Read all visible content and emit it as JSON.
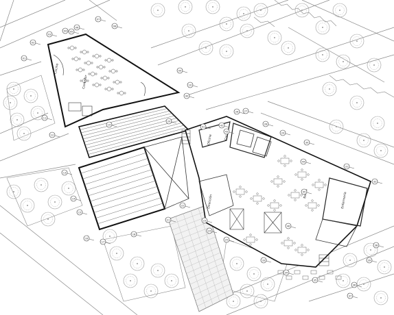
{
  "drawing": {
    "colors": {
      "background": "#ffffff",
      "line": "#222222",
      "thin_line": "#777777",
      "tree": "#9a9a9a"
    },
    "room_labels": [
      "Cocina",
      "Comedor",
      "Oficina",
      "Cocina",
      "Dirección",
      "Enfermería",
      "Baños"
    ],
    "callout_tags": [
      "01",
      "02",
      "03",
      "04",
      "05",
      "06",
      "07",
      "08",
      "09",
      "10",
      "11",
      "12",
      "13",
      "14",
      "15",
      "16",
      "17",
      "18",
      "19",
      "20",
      "21",
      "22",
      "23",
      "24",
      "25",
      "26",
      "27",
      "28",
      "29",
      "30",
      "31",
      "32",
      "33",
      "34",
      "35",
      "36",
      "37",
      "38",
      "39",
      "40",
      "41",
      "42",
      "43",
      "44",
      "45",
      "46"
    ]
  }
}
